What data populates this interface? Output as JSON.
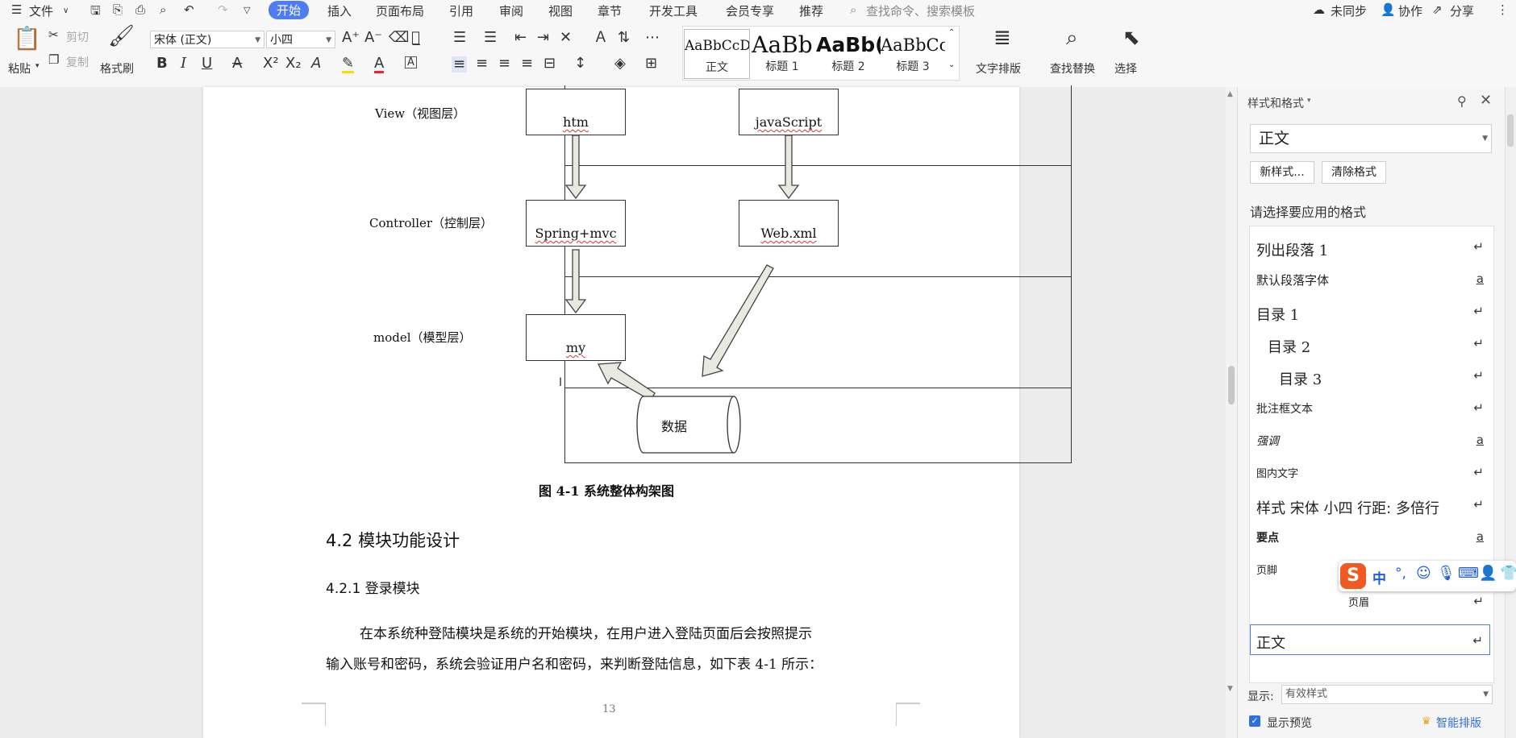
{
  "menubar": {
    "file_label": "文件",
    "tabs": [
      "开始",
      "插入",
      "页面布局",
      "引用",
      "审阅",
      "视图",
      "章节",
      "开发工具",
      "会员专享",
      "推荐"
    ],
    "active_tab": "开始",
    "search_placeholder": "查找命令、搜索模板",
    "sync_label": "未同步",
    "collab_label": "协作",
    "share_label": "分享"
  },
  "ribbon": {
    "paste_label": "粘贴",
    "cut_label": "剪切",
    "copy_label": "复制",
    "format_painter_label": "格式刷",
    "font_name": "宋体 (正文)",
    "font_size": "小四",
    "styles": [
      {
        "sample": "AaBbCcDc",
        "name": "正文"
      },
      {
        "sample": "AaBb",
        "name": "标题 1"
      },
      {
        "sample": "AaBb(",
        "name": "标题 2"
      },
      {
        "sample": "AaBbCc",
        "name": "标题 3"
      }
    ],
    "text_layout_label": "文字排版",
    "find_replace_label": "查找替换",
    "select_label": "选择"
  },
  "document": {
    "lanes": [
      {
        "label": "View（视图层）"
      },
      {
        "label": "Controller（控制层）"
      },
      {
        "label": "model（模型层）"
      },
      {
        "label": ""
      }
    ],
    "boxes": {
      "htm": "htm",
      "javascript": "javaScript",
      "springmvc": "Spring+mvc",
      "webxml": "Web.xml",
      "my": "my",
      "data": "数据"
    },
    "figure_caption": "图 4-1  系统整体构架图",
    "heading_2": "4.2  模块功能设计",
    "heading_3": "4.2.1  登录模块",
    "paragraph_line1": "在本系统种登陆模块是系统的开始模块，在用户进入登陆页面后会按照提示",
    "paragraph_line2": "输入账号和密码，系统会验证用户名和密码，来判断登陆信息，如下表 4-1 所示：",
    "page_number": "13"
  },
  "panel": {
    "title": "样式和格式",
    "current_style": "正文",
    "new_style_button": "新样式...",
    "clear_format_button": "清除格式",
    "prompt": "请选择要应用的格式",
    "styles": [
      {
        "name": "列出段落 1",
        "mark": "↵"
      },
      {
        "name": "默认段落字体",
        "mark": "a"
      },
      {
        "name": "目录 1",
        "mark": "↵"
      },
      {
        "name": "目录 2",
        "mark": "↵"
      },
      {
        "name": "目录 3",
        "mark": "↵"
      },
      {
        "name": "批注框文本",
        "mark": "↵"
      },
      {
        "name": "强调",
        "mark": "a"
      },
      {
        "name": "图内文字",
        "mark": "↵"
      },
      {
        "name": "样式 宋体 小四 行距: 多倍行",
        "mark": "↵"
      },
      {
        "name": "要点",
        "mark": "a"
      },
      {
        "name": "页脚",
        "mark": "↵"
      },
      {
        "name": "页眉",
        "mark": "↵"
      },
      {
        "name": "正文",
        "mark": "↵"
      }
    ],
    "show_label": "显示:",
    "show_value": "有效样式",
    "show_preview_label": "显示预览",
    "smart_layout_label": "智能排版"
  },
  "ime": {
    "mode": "中"
  }
}
